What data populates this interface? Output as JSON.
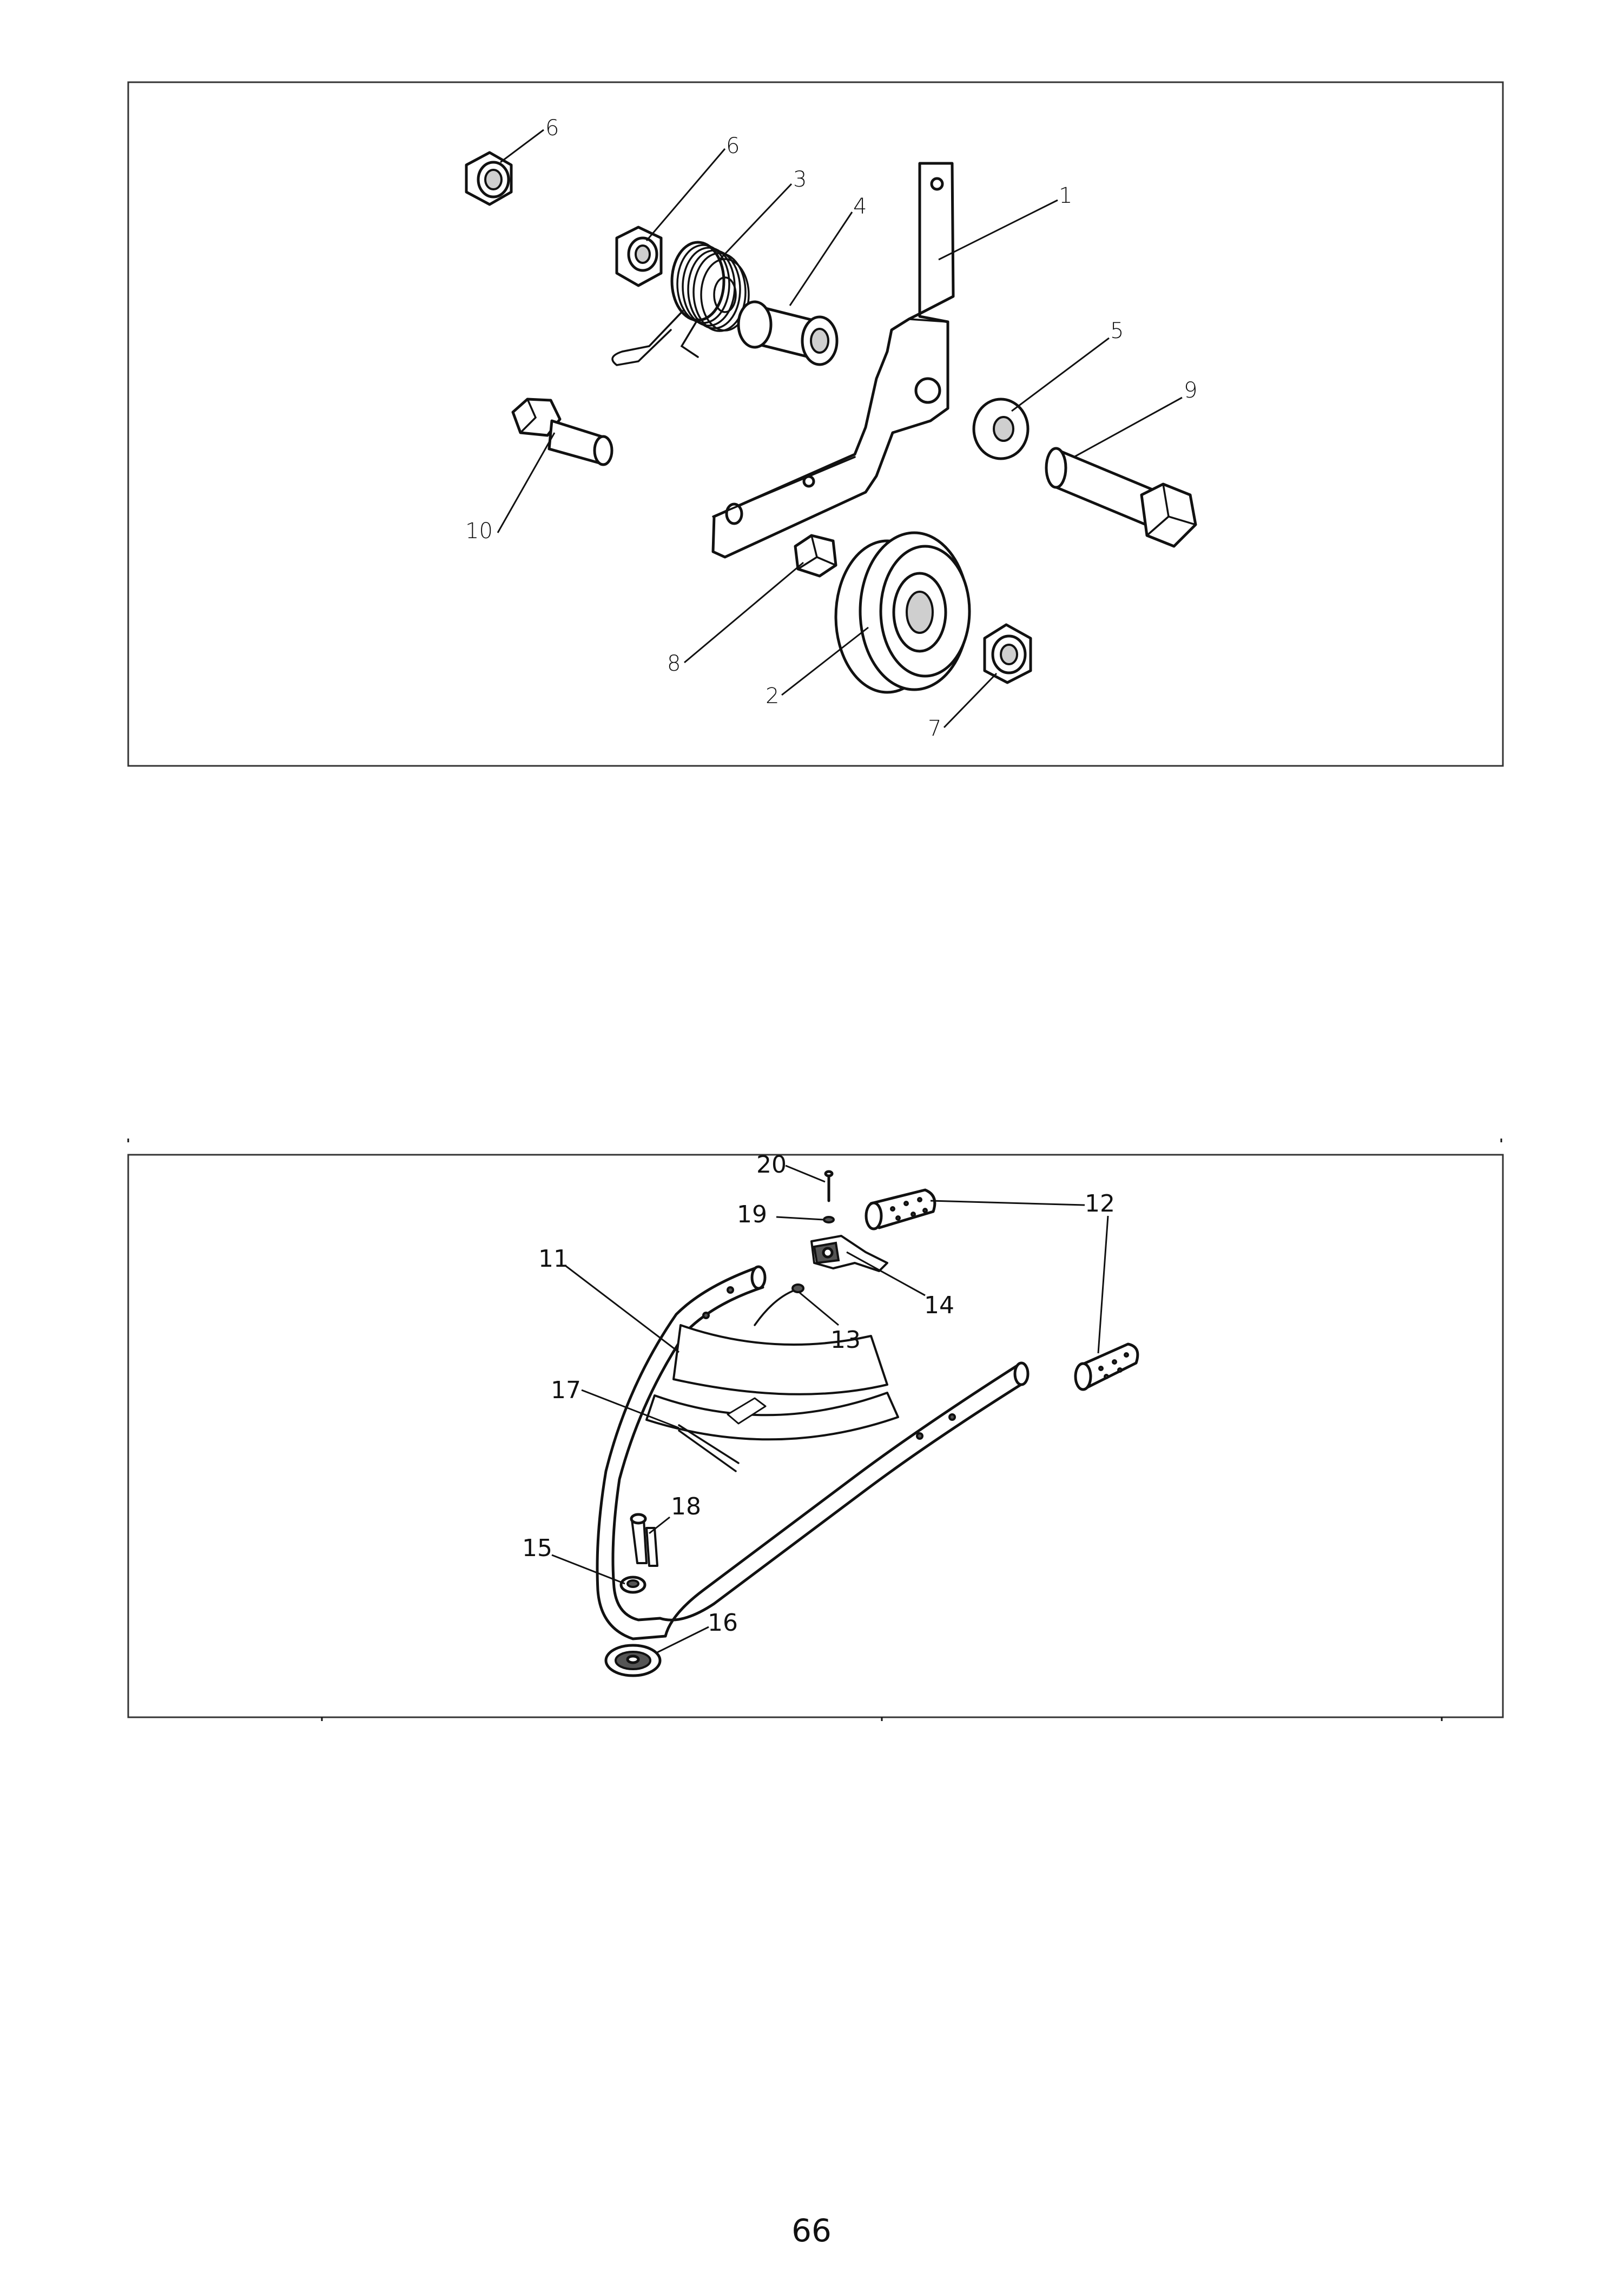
{
  "page_number": "66",
  "diagram_top": {
    "labels": [
      "1",
      "2",
      "3",
      "4",
      "5",
      "6",
      "6",
      "7",
      "8",
      "9",
      "10"
    ]
  },
  "diagram_bottom": {
    "labels": [
      "11",
      "12",
      "13",
      "14",
      "15",
      "16",
      "17",
      "18",
      "19",
      "20"
    ]
  }
}
